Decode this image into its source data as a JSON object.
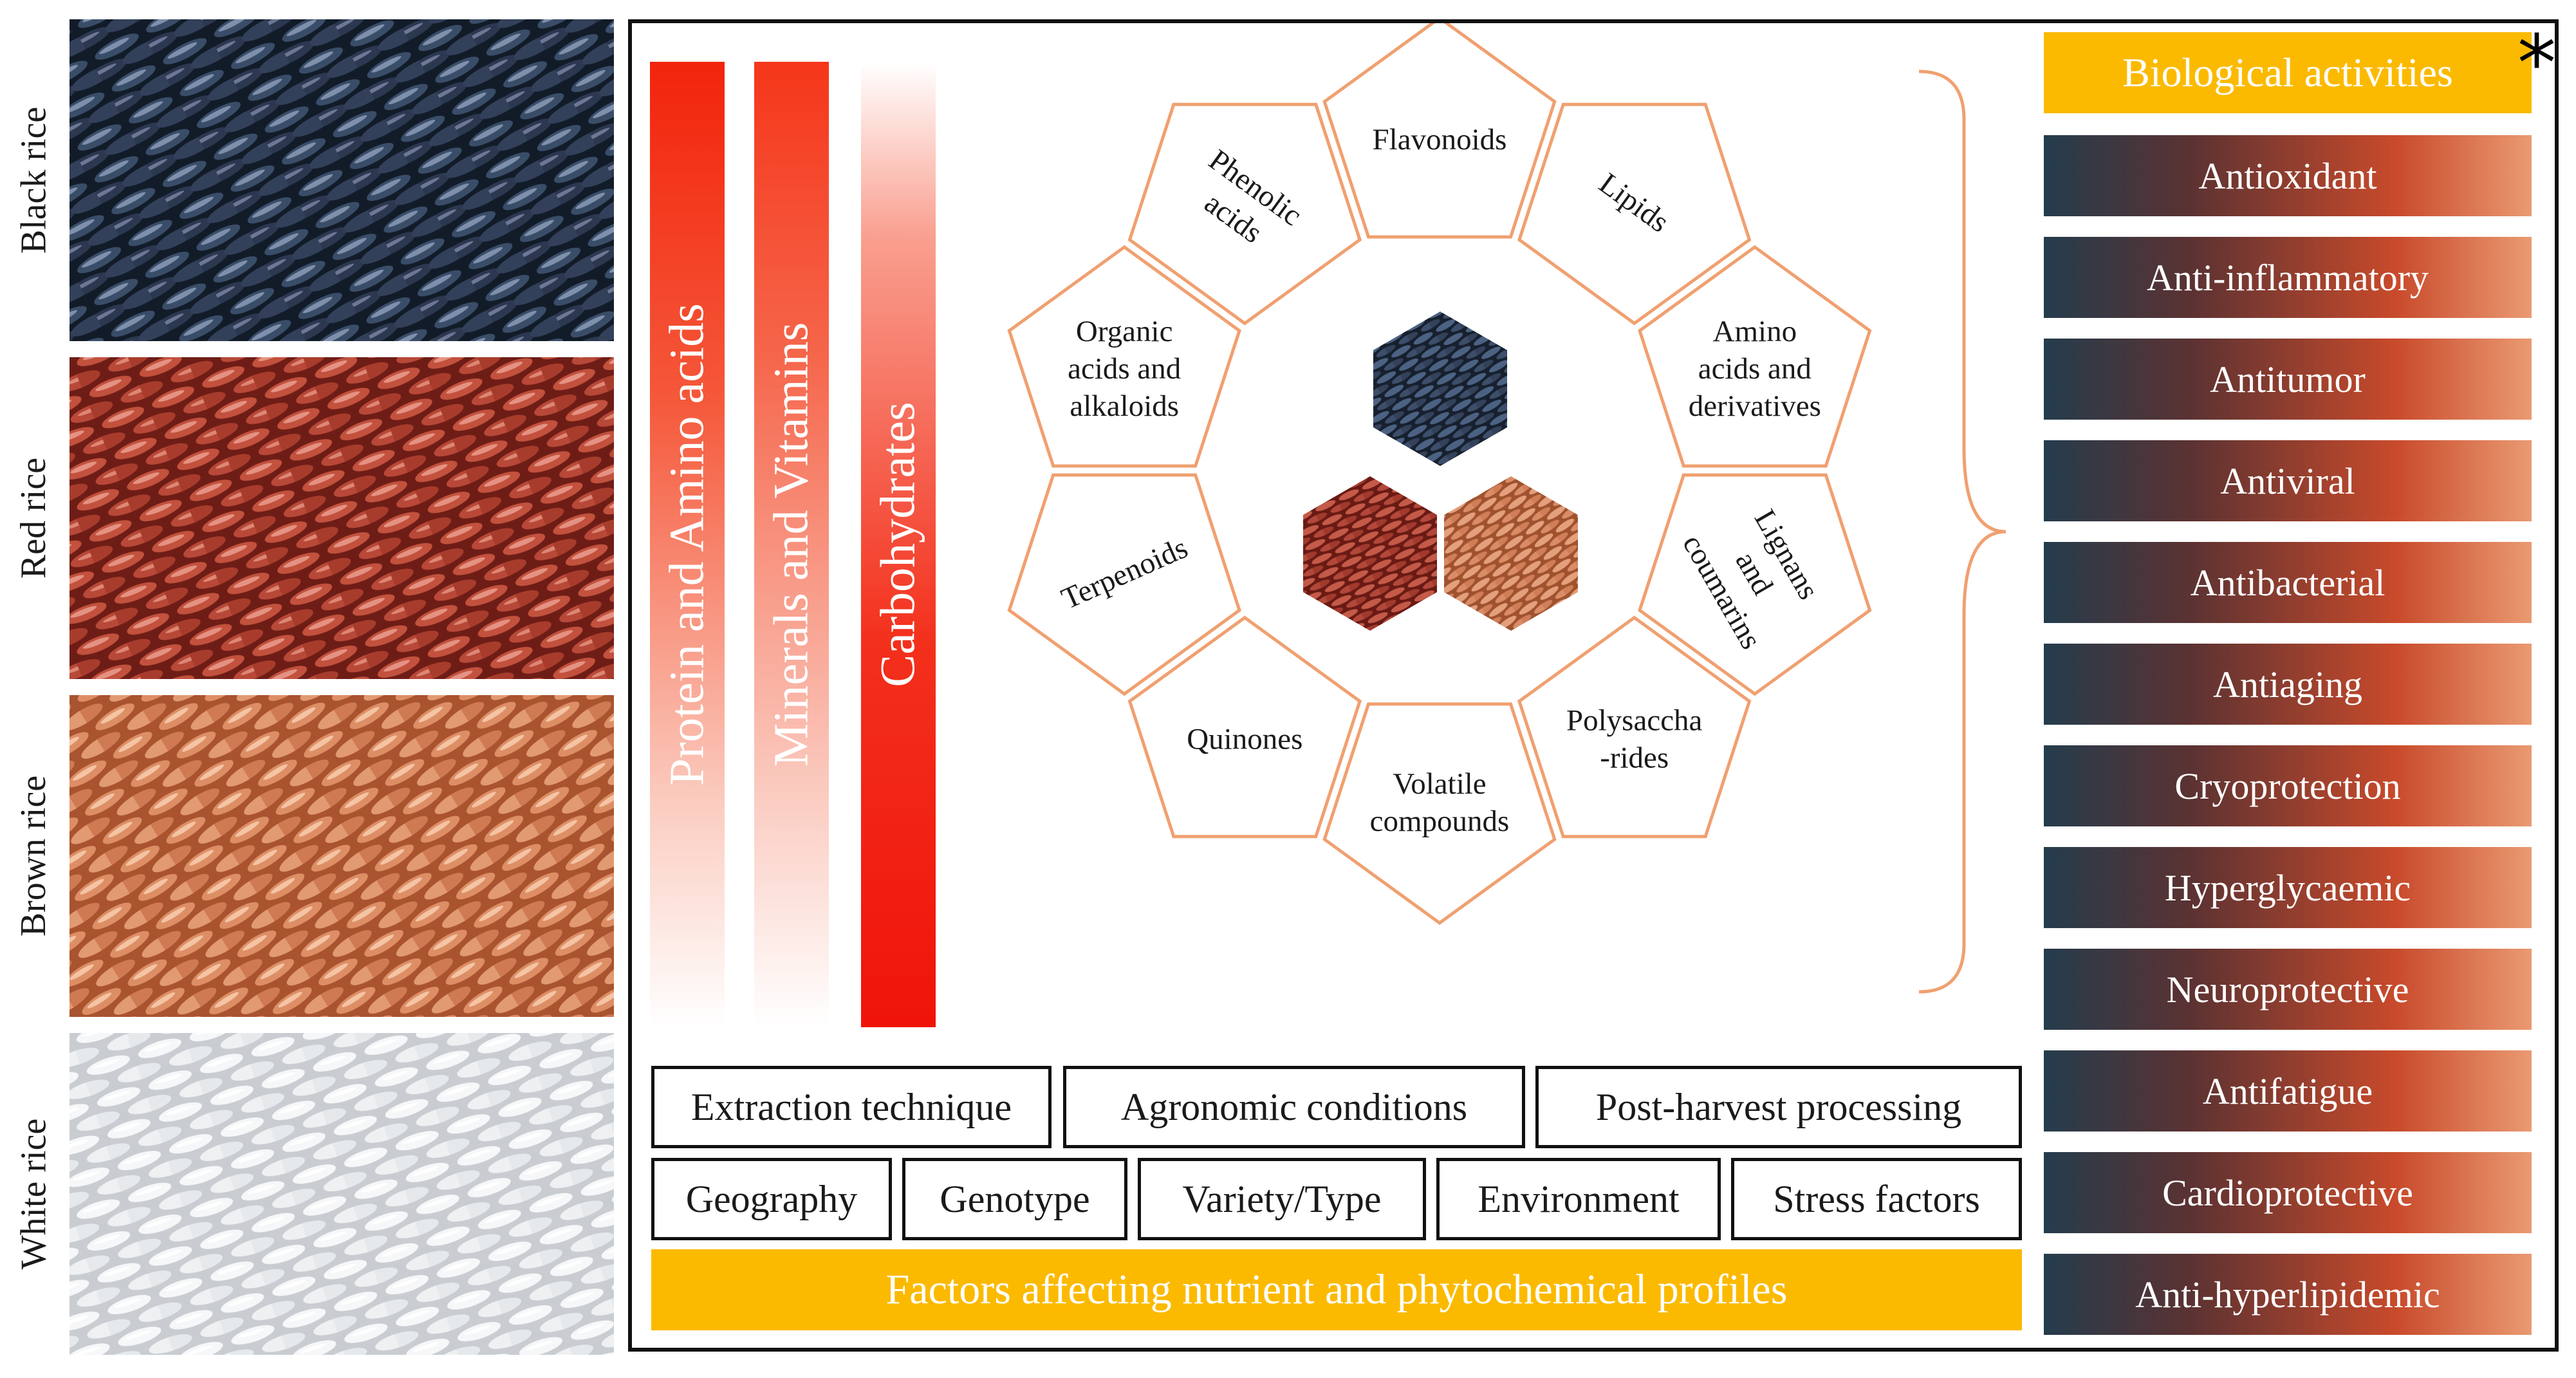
{
  "rice_types": [
    {
      "label": "Black rice",
      "color": "#1e2a3c"
    },
    {
      "label": "Red rice",
      "color": "#b7432f"
    },
    {
      "label": "Brown rice",
      "color": "#d07f55"
    },
    {
      "label": "White rice",
      "color": "#eceef0"
    }
  ],
  "nutrient_bars": [
    "Protein and Amino acids",
    "Minerals and Vitamins",
    "Carbohydrates"
  ],
  "phytochemical_classes": [
    "Flavonoids",
    "Lipids",
    "Amino acids and derivatives",
    "Lignans and coumarins",
    "Polysaccha -rides",
    "Volatile compounds",
    "Quinones",
    "Terpenoids",
    "Organic acids and alkaloids",
    "Phenolic acids"
  ],
  "factors": {
    "row1": [
      "Extraction technique",
      "Agronomic conditions",
      "Post-harvest processing"
    ],
    "row2": [
      "Geography",
      "Genotype",
      "Variety/Type",
      "Environment",
      "Stress factors"
    ],
    "title": "Factors affecting nutrient and phytochemical profiles"
  },
  "biological": {
    "title": "Biological activities",
    "marker": "*",
    "activities": [
      "Antioxidant",
      "Anti-inflammatory",
      "Antitumor",
      "Antiviral",
      "Antibacterial",
      "Antiaging",
      "Cryoprotection",
      "Hyperglycaemic",
      "Neuroprotective",
      "Antifatigue",
      "Cardioprotective",
      "Anti-hyperlipidemic"
    ]
  },
  "colors": {
    "accent_yellow": "#fbba00",
    "pentagon_stroke": "#f0a070",
    "bar_red": "#f01408",
    "activity_dark": "#243c4d",
    "activity_light": "#ea9a72"
  }
}
